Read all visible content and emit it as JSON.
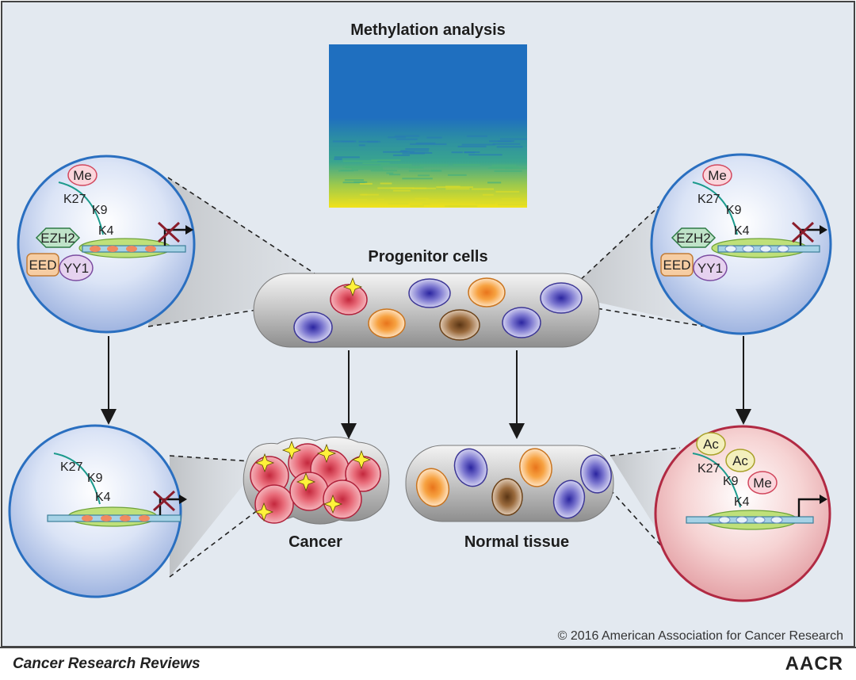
{
  "title": "Methylation analysis",
  "labels": {
    "progenitor": "Progenitor cells",
    "cancer": "Cancer",
    "normal": "Normal tissue"
  },
  "nuclei": {
    "top_left": {
      "me": "Me",
      "k27": "K27",
      "k9": "K9",
      "k4": "K4",
      "ezh2": "EZH2",
      "eed": "EED",
      "yy1": "YY1"
    },
    "top_right": {
      "me": "Me",
      "k27": "K27",
      "k9": "K9",
      "k4": "K4",
      "ezh2": "EZH2",
      "eed": "EED",
      "yy1": "YY1"
    },
    "bottom_left": {
      "k27": "K27",
      "k9": "K9",
      "k4": "K4"
    },
    "bottom_right": {
      "ac1": "Ac",
      "ac2": "Ac",
      "me": "Me",
      "k27": "K27",
      "k9": "K9",
      "k4": "K4"
    }
  },
  "copyright": "© 2016 American Association for Cancer Research",
  "footer": {
    "journal": "Cancer Research Reviews",
    "logo": "AACR"
  },
  "colors": {
    "background": "#e3e9f0",
    "heatmap_top": "#1f6fbf",
    "heatmap_bottom": "#f1e21a",
    "cancer_cell": "#e86a78",
    "normal_purple": "#6d68c8",
    "normal_orange": "#f7a241",
    "normal_brown": "#9a6a3c"
  }
}
